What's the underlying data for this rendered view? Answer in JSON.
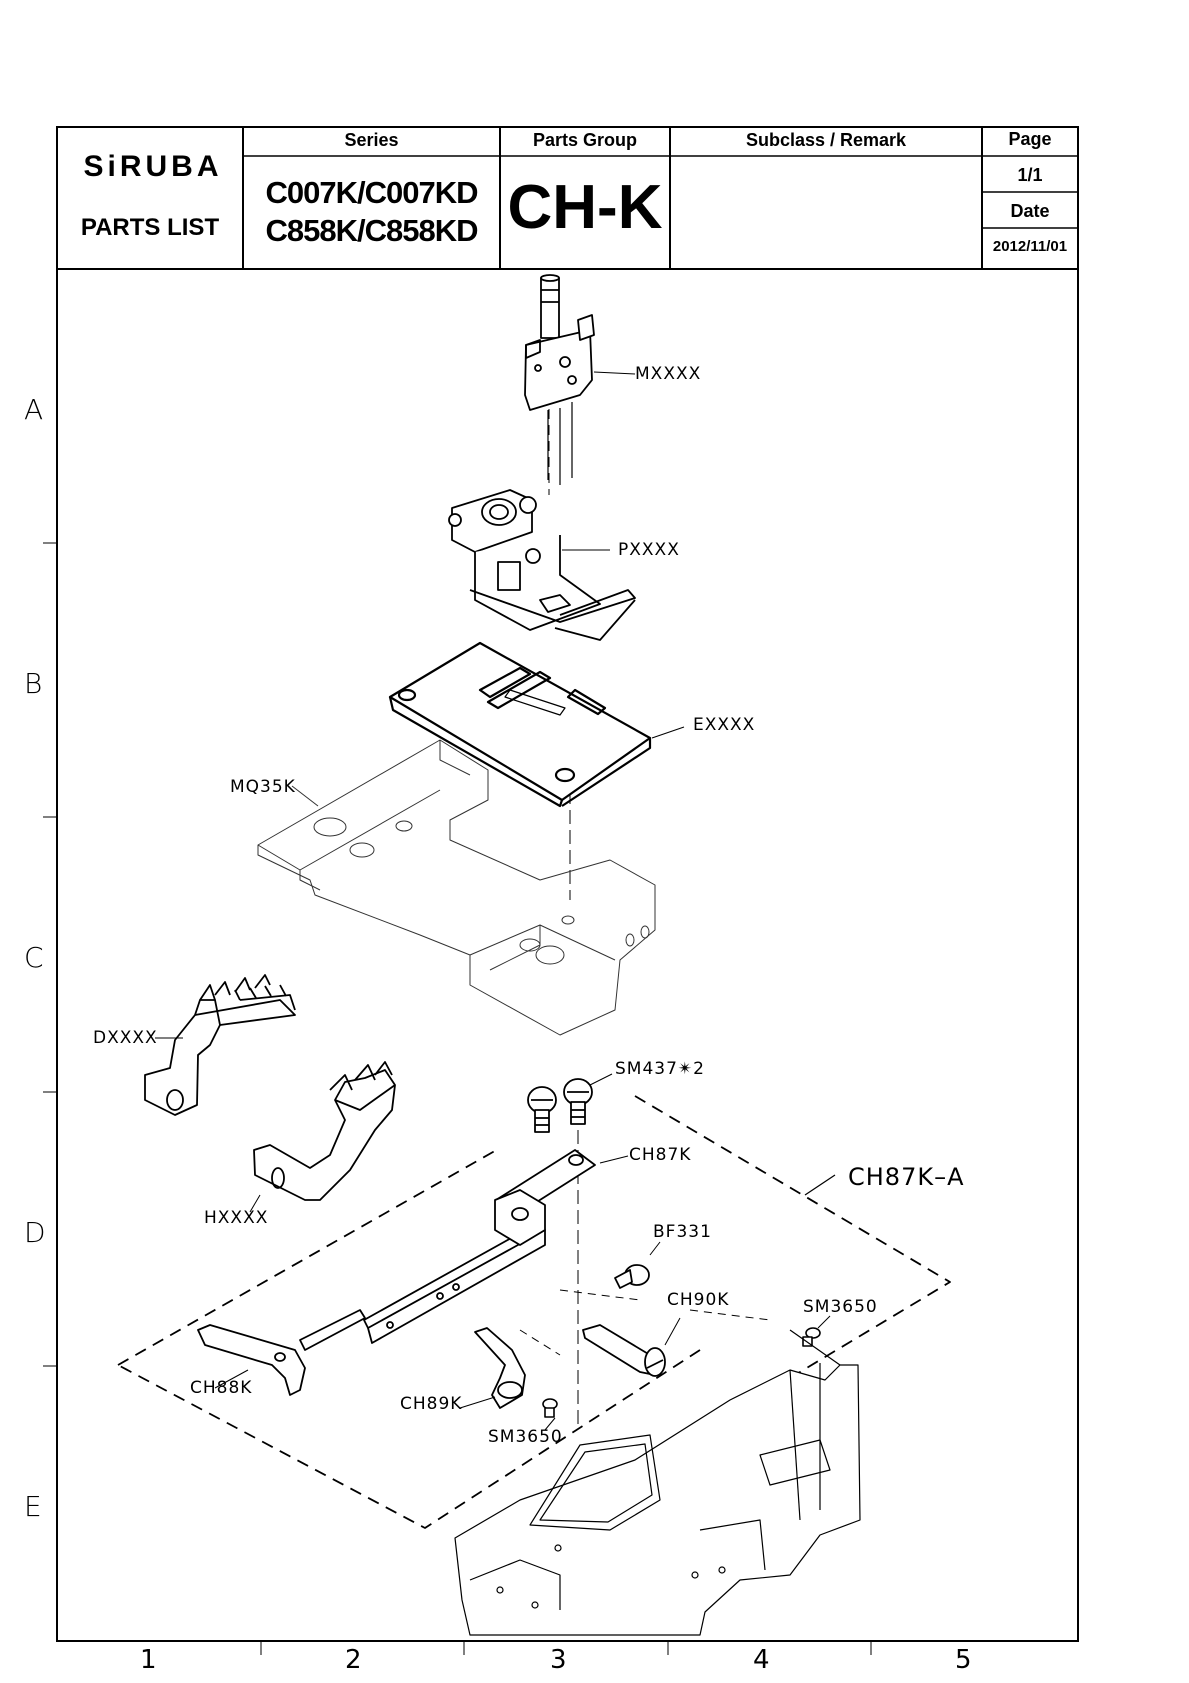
{
  "header": {
    "brand": "SiRUBA",
    "parts_list": "PARTS LIST",
    "series_label": "Series",
    "series_line1": "C007K/C007KD",
    "series_line2": "C858K/C858KD",
    "group_label": "Parts Group",
    "group_value": "CH-K",
    "remark_label": "Subclass / Remark",
    "remark_value": "",
    "page_label": "Page",
    "page_value": "1/1",
    "date_label": "Date",
    "date_value": "2012/11/01"
  },
  "grid": {
    "rows": [
      "A",
      "B",
      "C",
      "D",
      "E"
    ],
    "cols": [
      "1",
      "2",
      "3",
      "4",
      "5"
    ]
  },
  "callouts": {
    "mxxxx": "MXXXX",
    "pxxxx": "PXXXX",
    "exxxx": "EXXXX",
    "mq35k": "MQ35K",
    "dxxxx": "DXXXX",
    "hxxxx": "HXXXX",
    "sm437": "SM437✴2",
    "ch87k": "CH87K",
    "ch87ka": "CH87K–A",
    "bf331": "BF331",
    "ch90k": "CH90K",
    "sm3650a": "SM3650",
    "ch88k": "CH88K",
    "ch89k": "CH89K",
    "sm3650b": "SM3650"
  }
}
